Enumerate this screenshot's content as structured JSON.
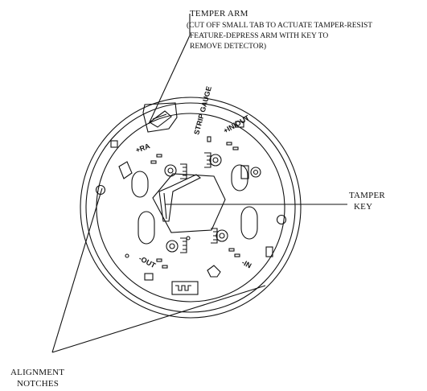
{
  "callouts": {
    "tamper_arm": {
      "title": "TEMPER ARM",
      "description_lines": [
        "(CUT OFF SMALL TAB TO ACTUATE TAMPER-RESIST",
        "FEATURE-DEPRESS ARM WITH KEY TO",
        "REMOVE DETECTOR)"
      ]
    },
    "tamper_key": {
      "lines": [
        "TAMPER",
        "KEY"
      ]
    },
    "alignment_notches": {
      "lines": [
        "ALIGNMENT",
        "NOTCHES"
      ]
    }
  },
  "terminal_markings": {
    "strip_gauge": "STRIP GAUGE",
    "plus_ra": "+RA",
    "plus_in_out": "+IN/OUT",
    "minus_out": "-OUT",
    "minus_in": "-IN"
  },
  "colors": {
    "line": "#111111",
    "background": "#ffffff"
  }
}
